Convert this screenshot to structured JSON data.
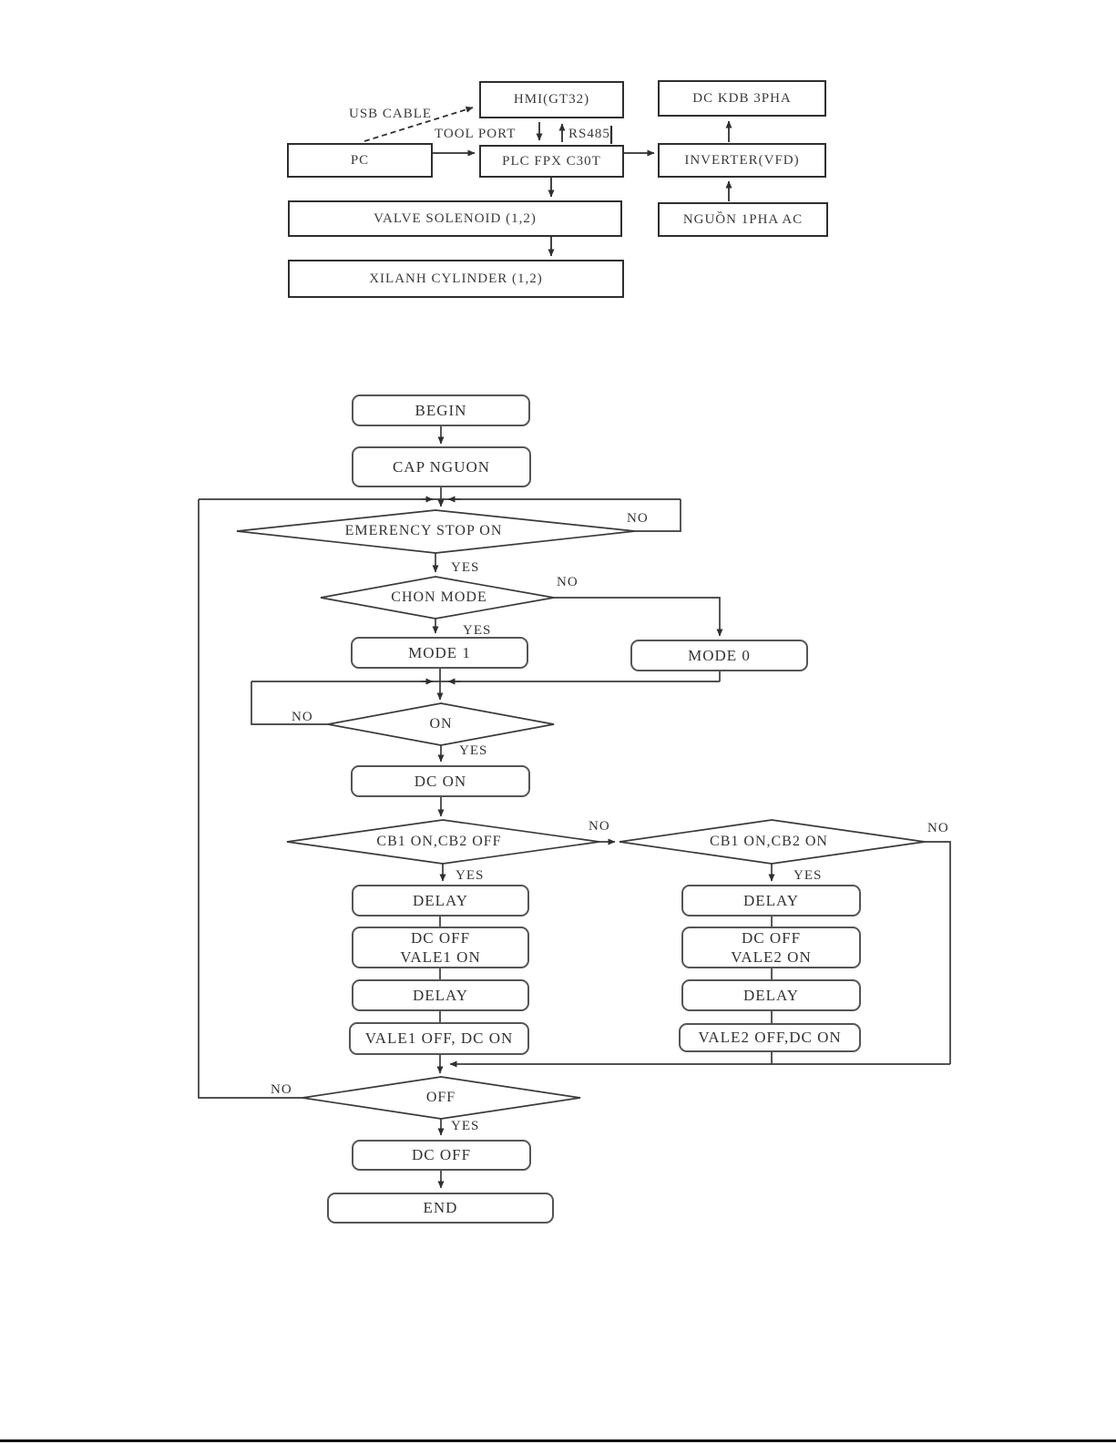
{
  "colors": {
    "ink": "#2e2e2e",
    "line": "#2f2f2f",
    "flow_border": "#555555",
    "bottom_rule": "#111111"
  },
  "block_diagram": {
    "nodes": {
      "pc": "PC",
      "hmi": "HMI(GT32)",
      "plc": "PLC FPX C30T",
      "dc_kdb": "DC KDB 3PHA",
      "inverter": "INVERTER(VFD)",
      "nguon": "NGUỒN 1PHA AC",
      "valve": "VALVE SOLENOID (1,2)",
      "xilanh": "XILANH CYLINDER (1,2)"
    },
    "wire_labels": {
      "usb_cable": "USB CABLE",
      "tool_port": "TOOL PORT",
      "rs485": "RS485"
    }
  },
  "flowchart": {
    "nodes": {
      "begin": "BEGIN",
      "cap_nguon": "CAP NGUON",
      "mode1": "MODE 1",
      "mode0": "MODE 0",
      "dc_on": "DC ON",
      "delay_left_1": "DELAY",
      "dc_off_vale1": "DC OFF\nVALE1 ON",
      "delay_left_2": "DELAY",
      "vale1_off_dc_on": "VALE1 OFF, DC ON",
      "delay_right_1": "DELAY",
      "dc_off_vale2": "DC OFF\nVALE2 ON",
      "delay_right_2": "DELAY",
      "vale2_off_dc_on": "VALE2 OFF,DC ON",
      "dc_off": "DC OFF",
      "end": "END"
    },
    "decisions": {
      "emergency_stop": "EMERENCY STOP ON",
      "chon_mode": "CHON MODE",
      "on": "ON",
      "cb1_on_cb2_off": "CB1 ON,CB2 OFF",
      "cb1_on_cb2_on": "CB1 ON,CB2 ON",
      "off": "OFF"
    },
    "branch_labels": {
      "yes": "YES",
      "no": "NO"
    }
  }
}
